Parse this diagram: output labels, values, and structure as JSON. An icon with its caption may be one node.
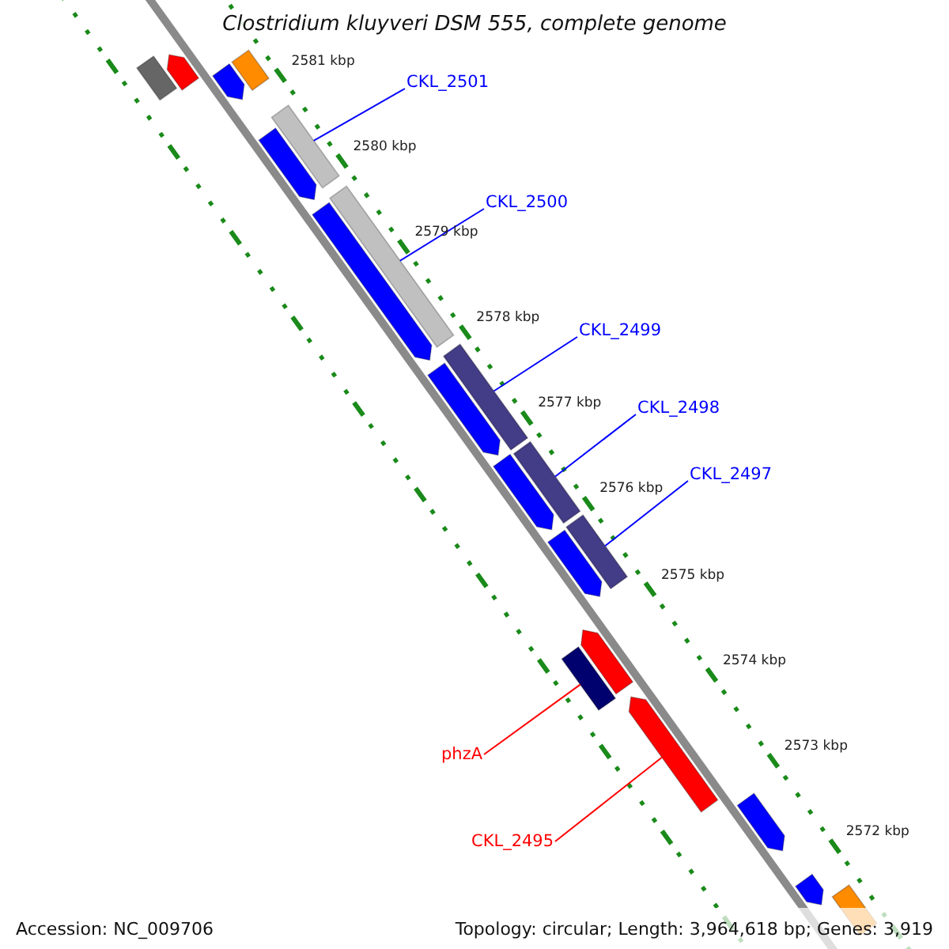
{
  "diagram": {
    "title": "Clostridium kluyveri DSM 555, complete genome",
    "nodes": [
      {
        "text": [
          "CKL_2501"
        ]
      },
      {
        "text": [],
        "shape": "bar"
      },
      {
        "text": [
          "CKL_2500"
        ]
      },
      {
        "text": [],
        "shape": "bar"
      },
      {
        "text": [
          "CKL_2499"
        ]
      },
      {
        "text": [],
        "shape": "bar"
      },
      {
        "text": [
          "CKL_2498"
        ]
      },
      {
        "text": [],
        "shape": "bar"
      },
      {
        "text": [
          "CKL_2497"
        ]
      },
      {
        "text": [],
        "shape": "bar"
      },
      {
        "text": [
          "phzA"
        ]
      },
      {
        "text": [],
        "shape": "bar"
      },
      {
        "text": [
          "CKL_2495"
        ]
      },
      {
        "text": [],
        "shape": "arrow"
      },
      {
        "text": [],
        "shape": "bar"
      },
      {
        "text": [],
        "shape": "arrow"
      },
      {
        "text": [],
        "shape": "arrow"
      },
      {
        "text": [],
        "shape": "bar"
      },
      {
        "text": [],
        "shape": "arrow"
      },
      {
        "text": [],
        "shape": "arrow"
      },
      {
        "text": [],
        "shape": "arrow"
      },
      {
        "text": [],
        "shape": "arrow"
      },
      {
        "text": [],
        "shape": "arrow"
      },
      {
        "text": [],
        "shape": "arrow"
      },
      {
        "text": [],
        "shape": "arrow"
      },
      {
        "text": [],
        "shape": "arrow"
      },
      {
        "text": [],
        "shape": "bar"
      }
    ],
    "edges": [
      {
        "from": 0,
        "to": 1,
        "arrow": "none"
      },
      {
        "from": 2,
        "to": 3,
        "arrow": "none"
      },
      {
        "from": 4,
        "to": 5,
        "arrow": "none"
      },
      {
        "from": 6,
        "to": 7,
        "arrow": "none"
      },
      {
        "from": 8,
        "to": 9,
        "arrow": "none"
      },
      {
        "from": 10,
        "to": 11,
        "arrow": "none",
        "color": "#ff0000"
      },
      {
        "from": 12,
        "to": 13,
        "arrow": "none",
        "color": "#ff0000"
      }
    ],
    "labels": [
      "2581 kbp",
      "2580 kbp",
      "2579 kbp",
      "2578 kbp",
      "2577 kbp",
      "2576 kbp",
      "2575 kbp",
      "2574 kbp",
      "2573 kbp",
      "2572 kbp",
      "Accession: NC_009706",
      "Topology: circular; Length: 3,964,618 bp; Genes: 3,919"
    ]
  }
}
